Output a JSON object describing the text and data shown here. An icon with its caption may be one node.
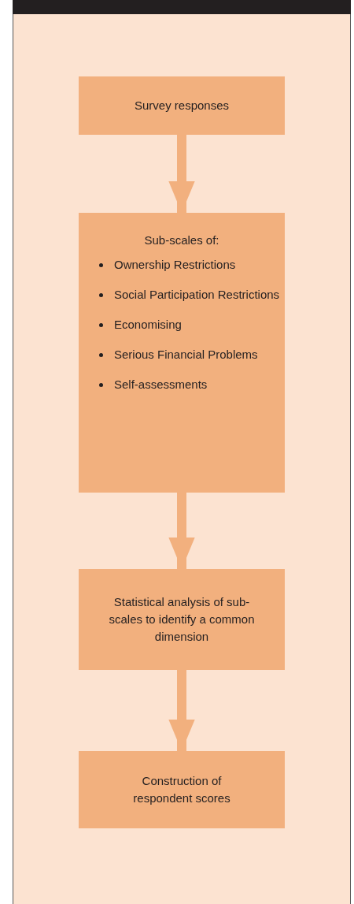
{
  "diagram": {
    "nodes": [
      {
        "text": [
          "Survey responses"
        ]
      },
      {
        "text": [
          "Sub-scales of:",
          "Ownership Restrictions",
          "Social Participation Restrictions",
          "Economising",
          "Serious Financial Problems",
          "Self-assessments"
        ]
      },
      {
        "text": [
          "Statistical analysis of sub-scales to identify a common dimension"
        ]
      },
      {
        "text": [
          "Construction of respondent scores"
        ]
      }
    ],
    "edges": [
      {
        "from": 0,
        "to": 1,
        "arrow": "to"
      },
      {
        "from": 1,
        "to": 2,
        "arrow": "to"
      },
      {
        "from": 2,
        "to": 3,
        "arrow": "to"
      }
    ]
  }
}
